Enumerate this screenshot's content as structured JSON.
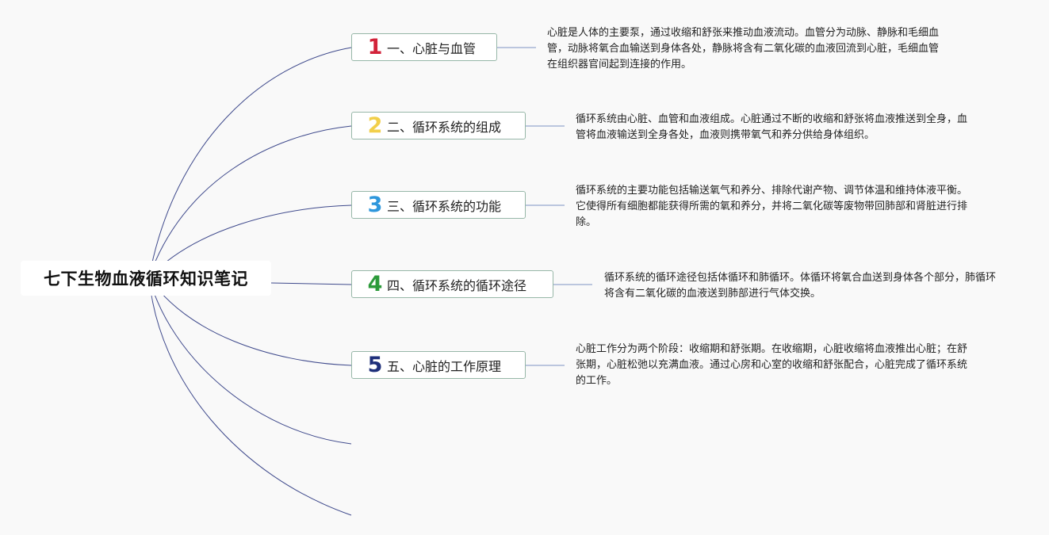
{
  "root": {
    "title": "七下生物血液循环知识笔记"
  },
  "colors": {
    "connector": "#3f4a8c",
    "topic_border": "#97b7a8",
    "background": "#f9f9f9"
  },
  "topics": [
    {
      "number": "1",
      "number_color": "#d2233a",
      "label": "一、心脏与血管",
      "note": "心脏是人体的主要泵，通过收缩和舒张来推动血液流动。血管分为动脉、静脉和毛细血管，动脉将氧合血输送到身体各处，静脉将含有二氧化碳的血液回流到心脏，毛细血管在组织器官间起到连接的作用。"
    },
    {
      "number": "2",
      "number_color": "#f2cf4a",
      "label": "二、循环系统的组成",
      "note": "循环系统由心脏、血管和血液组成。心脏通过不断的收缩和舒张将血液推送到全身，血管将血液输送到全身各处，血液则携带氧气和养分供给身体组织。"
    },
    {
      "number": "3",
      "number_color": "#2e97dc",
      "label": "三、循环系统的功能",
      "note": "循环系统的主要功能包括输送氧气和养分、排除代谢产物、调节体温和维持体液平衡。它使得所有细胞都能获得所需的氧和养分，并将二氧化碳等废物带回肺部和肾脏进行排除。"
    },
    {
      "number": "4",
      "number_color": "#2c9a3a",
      "label": "四、循环系统的循环途径",
      "note": "循环系统的循环途径包括体循环和肺循环。体循环将氧合血送到身体各个部分，肺循环将含有二氧化碳的血液送到肺部进行气体交换。"
    },
    {
      "number": "5",
      "number_color": "#1e2f7a",
      "label": "五、心脏的工作原理",
      "note": "心脏工作分为两个阶段：收缩期和舒张期。在收缩期，心脏收缩将血液推出心脏；在舒张期，心脏松弛以充满血液。通过心房和心室的收缩和舒张配合，心脏完成了循环系统的工作。"
    }
  ]
}
